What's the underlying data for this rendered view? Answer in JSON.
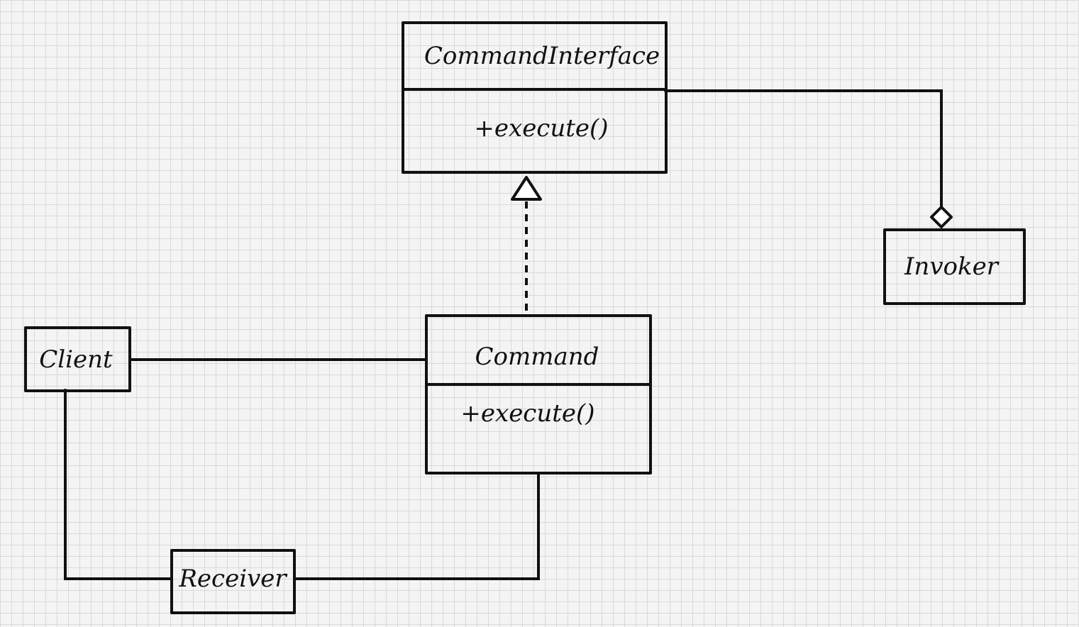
{
  "diagram": {
    "classes": {
      "command_interface": {
        "name": "CommandInterface",
        "methods": [
          "+execute()"
        ]
      },
      "invoker": {
        "name": "Invoker"
      },
      "client": {
        "name": "Client"
      },
      "command": {
        "name": "Command",
        "methods": [
          "+execute()"
        ]
      },
      "receiver": {
        "name": "Receiver"
      }
    },
    "relations": [
      {
        "from": "Command",
        "to": "CommandInterface",
        "kind": "realization"
      },
      {
        "from": "CommandInterface",
        "to": "Invoker",
        "kind": "aggregation"
      },
      {
        "from": "Client",
        "to": "Command",
        "kind": "association"
      },
      {
        "from": "Client",
        "to": "Receiver",
        "kind": "association"
      },
      {
        "from": "Command",
        "to": "Receiver",
        "kind": "association"
      }
    ]
  }
}
